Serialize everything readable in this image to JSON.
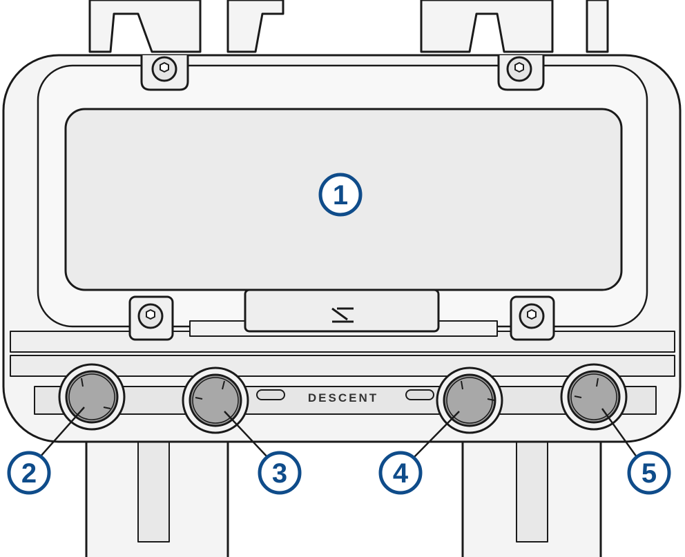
{
  "device": {
    "brand_text": "DESCENT",
    "screen_glyph": "garmin-triangle-logo"
  },
  "callouts": [
    {
      "label": "1",
      "target": "display"
    },
    {
      "label": "2",
      "target": "button"
    },
    {
      "label": "3",
      "target": "button"
    },
    {
      "label": "4",
      "target": "button"
    },
    {
      "label": "5",
      "target": "button"
    }
  ],
  "colors": {
    "callout": "#0f4c8a",
    "outline": "#1a1a1a",
    "body": "#f4f4f4",
    "screen": "#ebebeb"
  }
}
